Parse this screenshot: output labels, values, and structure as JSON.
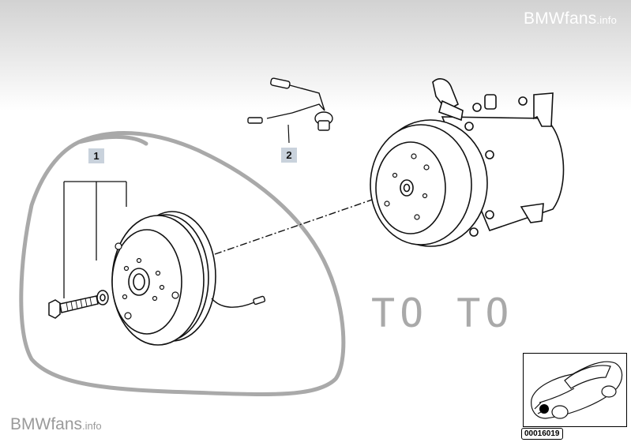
{
  "watermark": {
    "top": {
      "main": "BMWfans",
      "suffix": ".info"
    },
    "bottom": {
      "main": "BMWfans",
      "suffix": ".info"
    }
  },
  "callouts": [
    {
      "id": "1",
      "label": "1"
    },
    {
      "id": "2",
      "label": "2"
    }
  ],
  "handwriting": "TO TO",
  "inset": {
    "code": "00016019"
  },
  "colors": {
    "lines": "#111111",
    "callout_bg": "#c9d2dc",
    "scribble": "#a9a9a9",
    "header_gradient": "#d2d2d2"
  }
}
